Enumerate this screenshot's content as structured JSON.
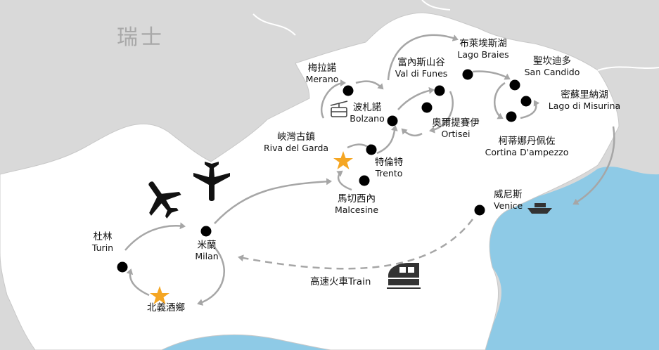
{
  "country_label": "瑞士",
  "places": {
    "turin": {
      "zh": "杜林",
      "en": "Turin"
    },
    "milan": {
      "zh": "米蘭",
      "en": "Milan"
    },
    "barolo": {
      "zh": "北義酒鄉"
    },
    "garda": {
      "zh": "峽灣古鎮",
      "en": "Riva del Garda"
    },
    "malcesine": {
      "zh": "馬切西內",
      "en": "Malcesine"
    },
    "trento": {
      "zh": "特倫特",
      "en": "Trento"
    },
    "bolzano": {
      "zh": "波札諾",
      "en": "Bolzano"
    },
    "merano": {
      "zh": "梅拉諾",
      "en": "Merano"
    },
    "funes": {
      "zh": "富內斯山谷",
      "en": "Val di Funes"
    },
    "ortisei": {
      "zh": "奧爾提賽伊",
      "en": "Ortisei"
    },
    "braies": {
      "zh": "布萊埃斯湖",
      "en": "Lago Braies"
    },
    "candido": {
      "zh": "聖坎迪多",
      "en": "San Candido"
    },
    "misurina": {
      "zh": "密蘇里納湖",
      "en": "Lago di Misurina"
    },
    "cortina": {
      "zh": "柯蒂娜丹佩佐",
      "en": "Cortina D'ampezzo"
    },
    "venice": {
      "zh": "威尼斯",
      "en": "Venice"
    }
  },
  "train_label": "高速火車Train",
  "icons": [
    "airplane-icon",
    "train-icon",
    "cable-car-icon",
    "boat-icon",
    "star-icon"
  ],
  "colors": {
    "sea": "#8ecae6",
    "neighbor_land": "#d9d9d9",
    "italy": "#ffffff",
    "route": "#a6a6a6",
    "star": "#f5a623",
    "marker": "#000000"
  }
}
